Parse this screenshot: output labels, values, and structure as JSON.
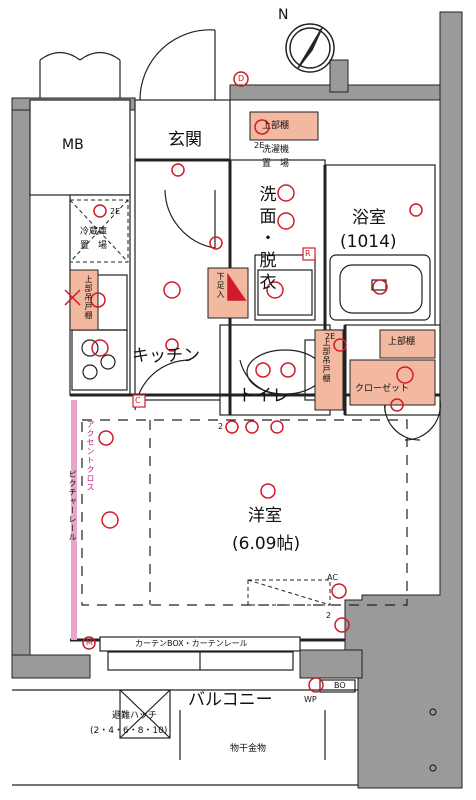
{
  "rooms": {
    "mb": "MB",
    "genkan": "玄関",
    "senmen": "洗\n面\n・\n脱\n衣",
    "yokushitsu": "浴室",
    "yokushitsu_size": "(1014)",
    "kitchen": "キッチン",
    "toilet": "トイレ",
    "yoshitsu": "洋室",
    "yoshitsu_size": "(6.09帖)",
    "closet": "クローゼット",
    "balcony": "バルコニー"
  },
  "labels": {
    "jobu_dana_top": "上部棚",
    "sentakuki": "洗濯機",
    "okiba": "置　場",
    "reizoko": "冷蔵庫",
    "reizoko_okiba": "置　場",
    "jobu_dana_kitchen": "上部吊戸棚",
    "shita_zoko": "下足入",
    "jobu_tsurito_toilet": "上部吊戸棚",
    "jobu_dana_closet": "上部棚",
    "accent_cross": "アクセントクロス",
    "picture_rail": "ピクチャーレール",
    "curtain": "カーテンBOX・カーテンレール",
    "hinan_hatch": "避難ハッチ",
    "hinan_floors": "(2・4・6・8・10)",
    "monohoshi": "物干金物",
    "bo": "BO",
    "wp": "WP",
    "ac": "AC",
    "r": "R",
    "c": "C",
    "d": "D",
    "m": "M",
    "north": "N",
    "two_e_1": "2E",
    "two_e_2": "2E",
    "two_e_3": "2E",
    "two_1": "2",
    "two_2": "2"
  }
}
